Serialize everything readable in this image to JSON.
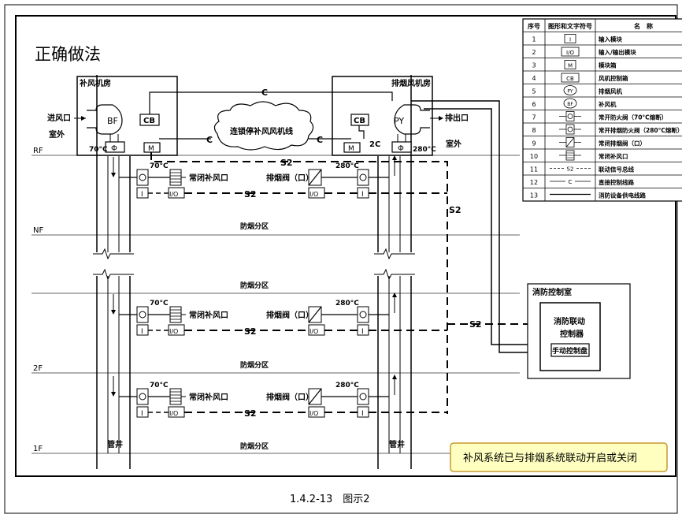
{
  "title": "正确做法",
  "caption": "1.4.2-13　图示2",
  "note": "补风系统已与排烟系统联动开启或关闭",
  "rooms": {
    "supply": "补风机房",
    "exhaust": "排烟风机房",
    "control": "消防控制室"
  },
  "labels": {
    "inlet": "进风口",
    "outlet": "排出口",
    "outdoor_left": "室外",
    "outdoor_right": "室外",
    "bf": "BF",
    "py": "PY",
    "cb": "CB",
    "phi": "Φ",
    "m": "M",
    "i": "I",
    "io": "I/O",
    "c": "C",
    "s2": "S2",
    "two_c": "2C",
    "cloud": "连锁停补风风机线",
    "t70": "70°C",
    "t280": "280°C",
    "supply_outlet": "常闭补风口",
    "exhaust_valve": "排烟阀（口）",
    "smoke_zone": "防烟分区",
    "shaft": "管井",
    "controller": "消防联动\n控制器",
    "controller_l1": "消防联动",
    "controller_l2": "控制器",
    "manual_panel": "手动控制盘"
  },
  "floors": [
    "RF",
    "NF",
    "2F",
    "1F"
  ],
  "legend": {
    "headers": [
      "序号",
      "图形和文字符号",
      "名　称"
    ],
    "rows": [
      {
        "no": "1",
        "sym": "I",
        "name": "输入模块"
      },
      {
        "no": "2",
        "sym": "I/O",
        "name": "输入/输出模块"
      },
      {
        "no": "3",
        "sym": "M",
        "name": "模块箱"
      },
      {
        "no": "4",
        "sym": "CB",
        "name": "风机控制箱"
      },
      {
        "no": "5",
        "sym": "PY",
        "name": "排烟风机"
      },
      {
        "no": "6",
        "sym": "BF",
        "name": "补风机"
      },
      {
        "no": "7",
        "sym": "70°C",
        "name": "常开防火阀（70°C熔断）"
      },
      {
        "no": "8",
        "sym": "280°C",
        "name": "常开排烟防火阀（280°C熔断）"
      },
      {
        "no": "9",
        "sym": "valve",
        "name": "常闭排烟阀（口）"
      },
      {
        "no": "10",
        "sym": "grille",
        "name": "常闭补风口"
      },
      {
        "no": "11",
        "sym": "S2",
        "name": "联动信号总线"
      },
      {
        "no": "12",
        "sym": "C",
        "name": "直接控制线路"
      },
      {
        "no": "13",
        "sym": "",
        "name": "消防设备供电线路"
      }
    ]
  }
}
